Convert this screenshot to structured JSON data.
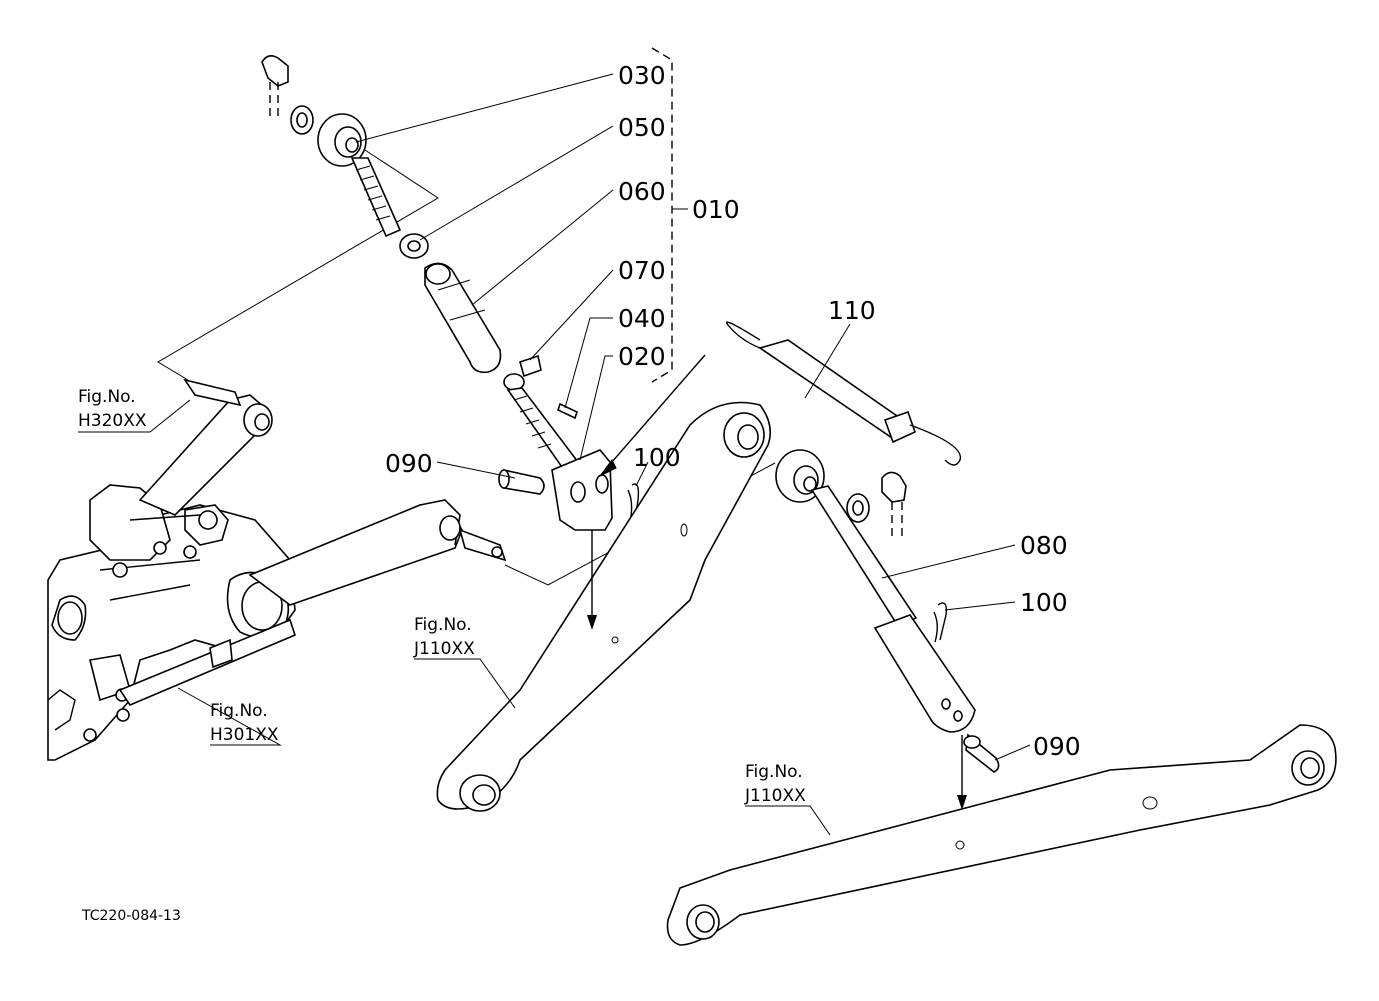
{
  "part_labels": {
    "p030": "030",
    "p050": "050",
    "p060": "060",
    "p010": "010",
    "p070": "070",
    "p040": "040",
    "p020": "020",
    "p110": "110",
    "p090a": "090",
    "p100a": "100",
    "p080": "080",
    "p100b": "100",
    "p090b": "090"
  },
  "figure_refs": {
    "h320": {
      "line1": "Fig.No.",
      "line2": "H320XX"
    },
    "j110_left": {
      "line1": "Fig.No.",
      "line2": "J110XX"
    },
    "h301": {
      "line1": "Fig.No.",
      "line2": "H301XX"
    },
    "j110_right": {
      "line1": "Fig.No.",
      "line2": "J110XX"
    }
  },
  "drawing_id": "TC220-084-13"
}
